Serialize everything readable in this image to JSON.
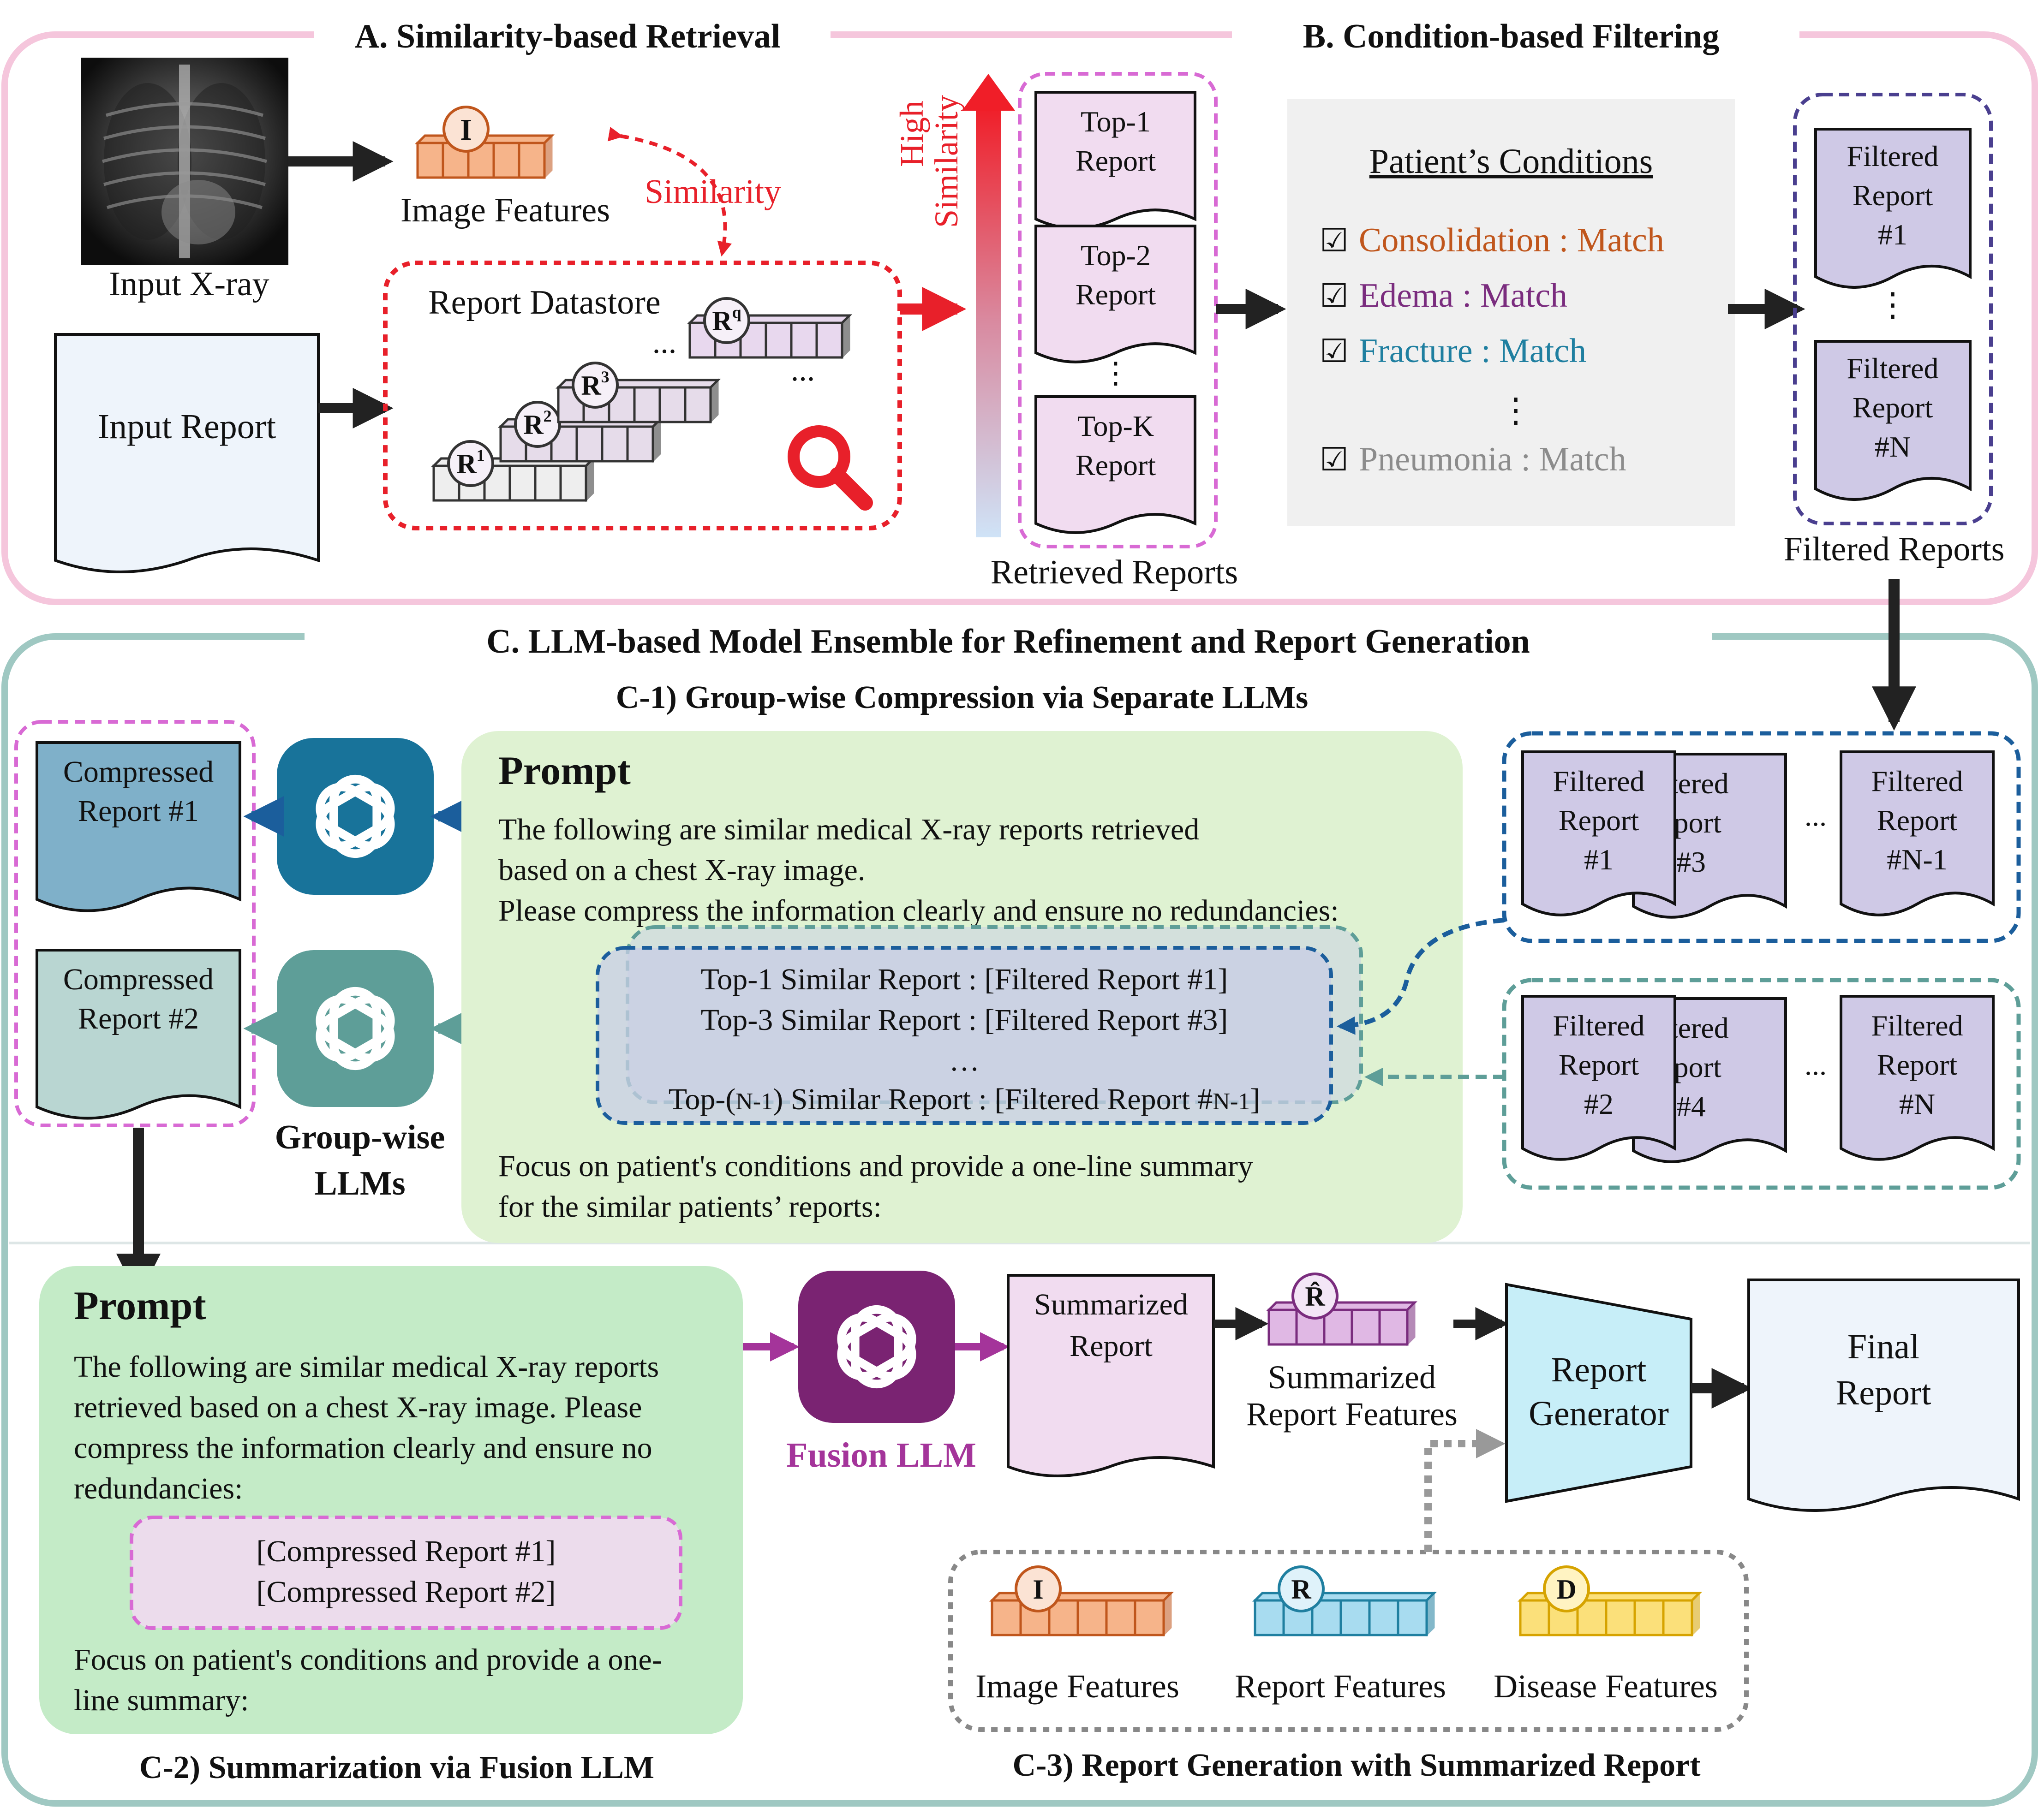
{
  "section_a": {
    "title": "A. Similarity-based Retrieval",
    "input_xray_label": "Input X-ray",
    "input_report_label": "Input Report",
    "image_features_label": "Image Features",
    "image_feature_letter": "I",
    "similarity_label": "Similarity",
    "datastore_label": "Report Datastore",
    "datastore_entries": [
      {
        "base": "R",
        "sup": "1"
      },
      {
        "base": "R",
        "sup": "2"
      },
      {
        "base": "R",
        "sup": "3"
      },
      {
        "base": "R",
        "sup": "q"
      }
    ],
    "ellipsis": "...",
    "axis_label_1": "High",
    "axis_label_2": "Similarity",
    "retrieved": [
      {
        "line1": "Top-1",
        "line2": "Report"
      },
      {
        "line1": "Top-2",
        "line2": "Report"
      },
      {
        "line1": "Top-K",
        "line2": "Report"
      }
    ],
    "retrieved_label": "Retrieved Reports"
  },
  "section_b": {
    "title": "B. Condition-based  Filtering",
    "conditions_title": "Patient’s Conditions",
    "checkbox_glyph": "☑",
    "conditions": [
      {
        "text": "Consolidation : Match",
        "color": "#c0561c"
      },
      {
        "text": "Edema : Match",
        "color": "#7a2c7e"
      },
      {
        "text": "Fracture : Match",
        "color": "#1f7fa0"
      },
      {
        "text": "Pneumonia : Match",
        "color": "#8c8c8c"
      }
    ],
    "vertical_dots": "⋮",
    "filtered": [
      {
        "line1": "Filtered",
        "line2": "Report",
        "line3": "#1"
      },
      {
        "line1": "Filtered",
        "line2": "Report",
        "line3": "#N"
      }
    ],
    "filtered_label": "Filtered Reports"
  },
  "section_c": {
    "title": "C. LLM-based Model Ensemble for Refinement and Report Generation",
    "c1_title": "C-1) Group-wise Compression via Separate LLMs",
    "compressed": [
      {
        "line1": "Compressed",
        "line2": "Report #1"
      },
      {
        "line1": "Compressed",
        "line2": "Report #2"
      }
    ],
    "groupwise_label_1": "Group-wise",
    "groupwise_label_2": "LLMs",
    "prompt1": {
      "heading": "Prompt",
      "lines": [
        "The following are similar medical X-ray reports retrieved",
        "based on a chest X-ray image.",
        "Please compress the information clearly and ensure no redundancies:"
      ],
      "inner": [
        "Top-1 Similar Report : [Filtered Report #1]",
        "Top-3 Similar Report : [Filtered Report #3]",
        "…"
      ],
      "inner_last_a": "Top-(",
      "inner_last_b": "N-1",
      "inner_last_c": ") Similar Report : [Filtered Report #",
      "inner_last_d": "N-1",
      "inner_last_e": "]",
      "footer": [
        "Focus on patient's conditions and provide a one-line summary",
        "for the similar patients’ reports:"
      ]
    },
    "group_odd": [
      {
        "line1": "Filtered",
        "line2": "Report",
        "line3": "#1"
      },
      {
        "line1": "Filtered",
        "line2": "Report",
        "line3": "#3"
      },
      {
        "line1": "Filtered",
        "line2": "Report",
        "line3": "#N-1"
      }
    ],
    "group_even": [
      {
        "line1": "Filtered",
        "line2": "Report",
        "line3": "#2"
      },
      {
        "line1": "Filtered",
        "line2": "Report",
        "line3": "#4"
      },
      {
        "line1": "Filtered",
        "line2": "Report",
        "line3": "#N"
      }
    ],
    "prompt2": {
      "heading": "Prompt",
      "lines": [
        "The following are similar medical X-ray reports",
        "retrieved based on a chest X-ray image. Please",
        "compress the information clearly and ensure no",
        "redundancies:"
      ],
      "inner": [
        "[Compressed Report #1]",
        "[Compressed Report #2]"
      ],
      "footer": [
        "Focus on patient's conditions and provide a one-",
        "line summary:"
      ]
    },
    "fusion_label": "Fusion LLM",
    "summarized_doc": {
      "line1": "Summarized",
      "line2": "Report"
    },
    "summarized_letter": "R̂",
    "summarized_features": {
      "line1": "Summarized",
      "line2": "Report Features"
    },
    "generator": {
      "line1": "Report",
      "line2": "Generator"
    },
    "final": {
      "line1": "Final",
      "line2": "Report"
    },
    "features": [
      {
        "letter": "I",
        "label": "Image Features"
      },
      {
        "letter": "R",
        "label": "Report Features"
      },
      {
        "letter": "D",
        "label": "Disease Features"
      }
    ],
    "c2_title": "C-2) Summarization via Fusion LLM",
    "c3_title": "C-3) Report Generation with Summarized Report"
  },
  "colors": {
    "pink_frame": "#f5c6dc",
    "teal_frame": "#9fc8c2",
    "red": "#e8202a",
    "doc_lavender": "#cfc9e6",
    "doc_pink": "#f1dcf0",
    "doc_blue": "#eef4fb",
    "comp1": "#7fb0c9",
    "comp2": "#b9d6d2",
    "prompt_green": "#dff2d2",
    "prompt2_green": "#c4ebc7",
    "llm_blue": "#18739a",
    "llm_teal": "#5e9e98",
    "llm_purple": "#7a2372",
    "generator": "#c7eef8",
    "feat_orange": "#f6b48a",
    "feat_blue": "#a8dcf0",
    "feat_yellow": "#fbe07a",
    "feat_purple": "#e0b8e4",
    "feat_lav": "#e8d8ee"
  }
}
